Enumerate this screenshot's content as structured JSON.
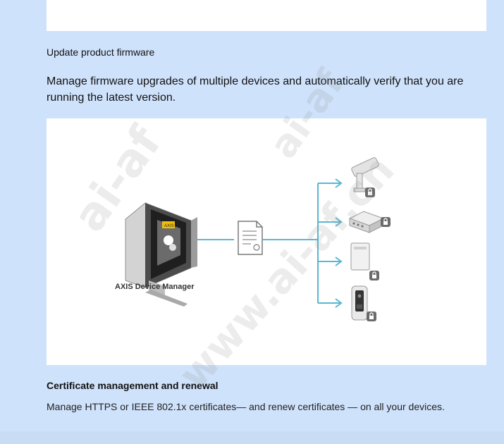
{
  "section_label": "Update product firmware",
  "intro_text": "Manage firmware upgrades of multiple devices and automatically verify that you are running the latest version.",
  "diagram": {
    "software_caption": "AXIS Device Manager",
    "monitor_logo": "AXIS"
  },
  "certificate_section": {
    "heading": "Certificate management and renewal",
    "body": "Manage HTTPS or IEEE 802.1x certificates— and renew certificates — on all your devices."
  },
  "watermarks": [
    "ai-af",
    "ai-af",
    "www.ai-af.cn"
  ],
  "colors": {
    "page_background": "#cfe2fb",
    "connector": "#58b8d3",
    "device_gray": "#d9d9d9",
    "lock_badge": "#6b6b6b"
  },
  "icons": [
    "monitor-icon",
    "certificate-document-icon",
    "bullet-camera-icon",
    "encoder-icon",
    "access-control-icon",
    "door-station-icon",
    "lock-icon"
  ]
}
